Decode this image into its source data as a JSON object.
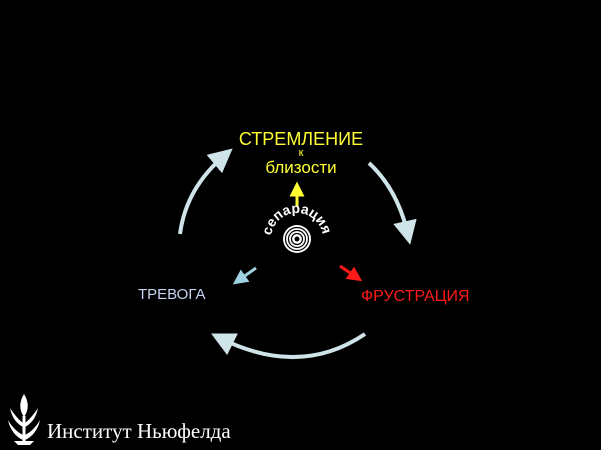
{
  "diagram": {
    "top_label": {
      "line1": "СТРЕМЛЕНИЕ",
      "line2": "к",
      "line3": "близости"
    },
    "left_label": "ТРЕВОГА",
    "right_label": "ФРУСТРАЦИЯ",
    "center_label": "сепарация"
  },
  "footer": {
    "institute_name": "Институт Ньюфелда"
  },
  "colors": {
    "background": "#000000",
    "cycle_arrow": "#cfe4e8",
    "yellow": "#ffff33",
    "light_blue": "#9fd2e0",
    "red": "#ff1a1a",
    "white": "#ffffff"
  }
}
